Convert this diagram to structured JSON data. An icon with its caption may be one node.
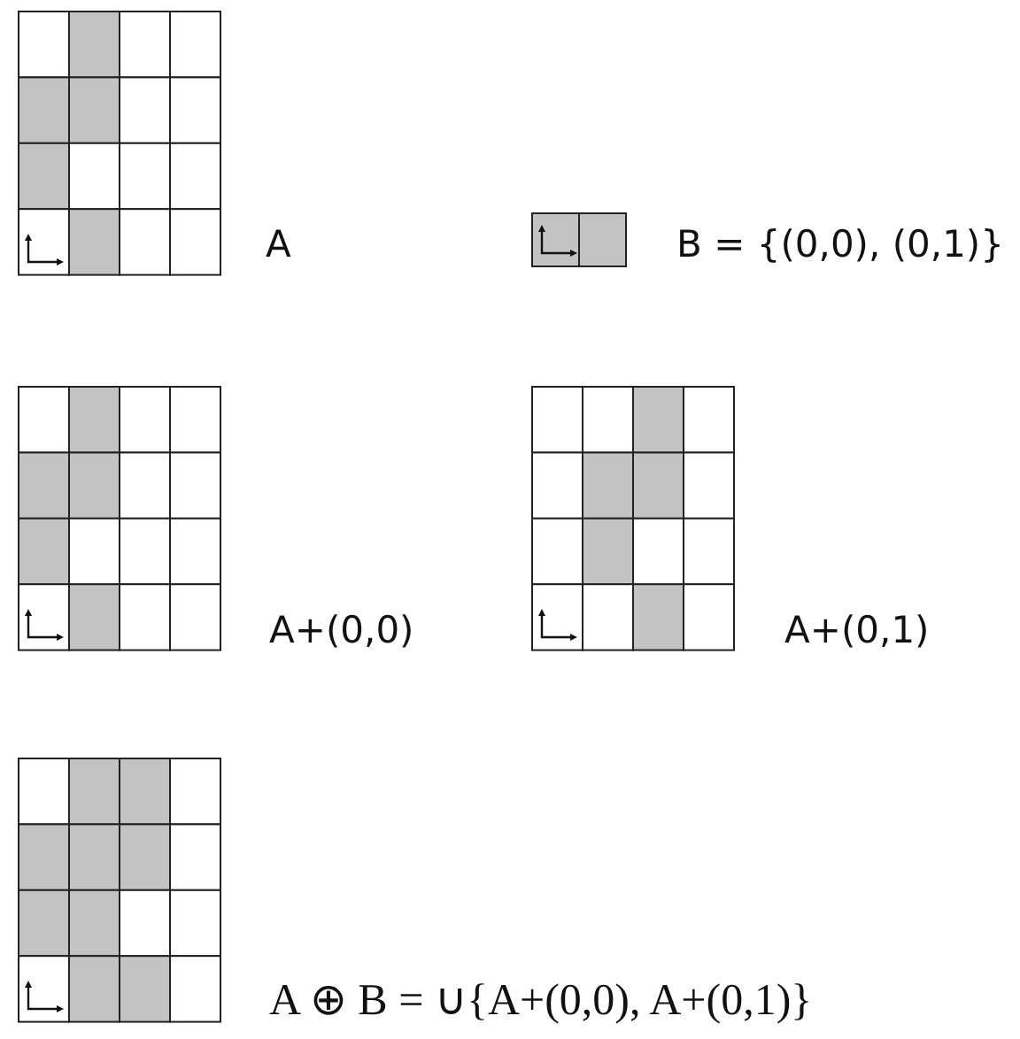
{
  "diagram": {
    "labels": [
      "A",
      "B = {(0,0), (0,1)}",
      "A+(0,0)",
      "A+(0,1)",
      "A ⊕ B = ∪{A+(0,0), A+(0,1)}"
    ]
  }
}
